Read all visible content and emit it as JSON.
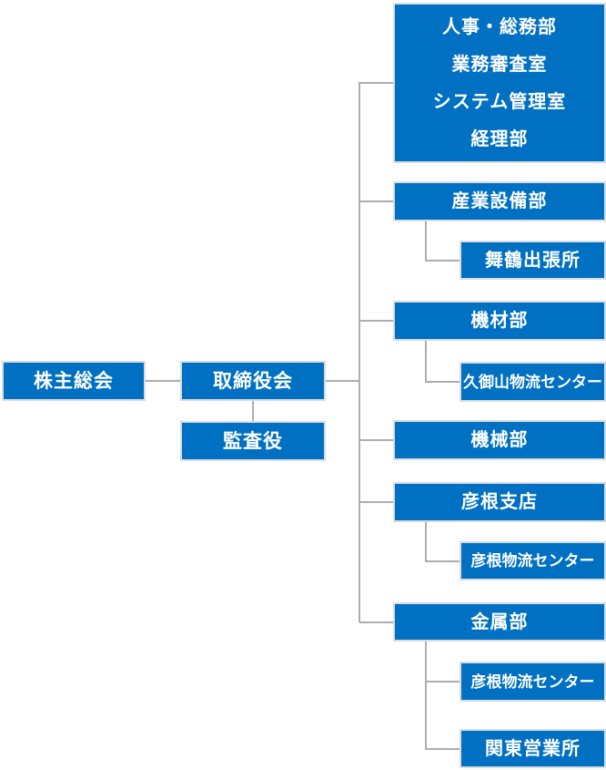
{
  "org_chart": {
    "type": "org-tree",
    "colors": {
      "node_fill": "#0070C2",
      "node_border": "#D9DCE1",
      "connector": "#ADADAD",
      "node_text": "#FFFFFF",
      "background": "#FFFFFF"
    },
    "root": {
      "label": "株主総会"
    },
    "board": {
      "label": "取締役会"
    },
    "auditor": {
      "label": "監査役"
    },
    "staff_group": {
      "items": [
        "人事・総務部",
        "業務審査室",
        "システム管理室",
        "経理部"
      ]
    },
    "departments": [
      {
        "label": "産業設備部",
        "children": [
          "舞鶴出張所"
        ]
      },
      {
        "label": "機材部",
        "children": [
          "久御山物流センター"
        ]
      },
      {
        "label": "機械部",
        "children": []
      },
      {
        "label": "彦根支店",
        "children": [
          "彦根物流センター"
        ]
      },
      {
        "label": "金属部",
        "children": [
          "彦根物流センター",
          "関東営業所"
        ]
      }
    ]
  }
}
